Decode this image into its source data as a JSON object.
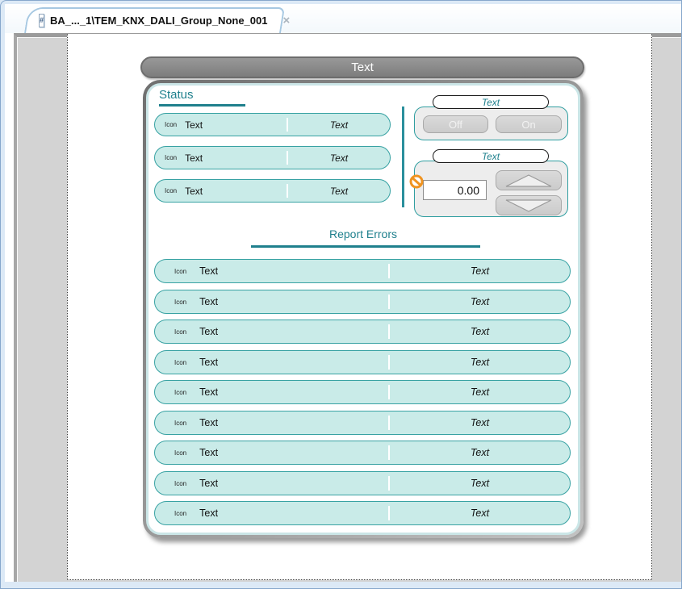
{
  "tab": {
    "title": "BA_..._1\\TEM_KNX_DALI_Group_None_001",
    "icon": "#",
    "close": "×"
  },
  "header": {
    "title": "Text"
  },
  "status": {
    "heading": "Status",
    "rows": [
      {
        "icon": "Icon",
        "label": "Text",
        "value": "Text"
      },
      {
        "icon": "Icon",
        "label": "Text",
        "value": "Text"
      },
      {
        "icon": "Icon",
        "label": "Text",
        "value": "Text"
      }
    ]
  },
  "controls": {
    "switch": {
      "caption": "Text",
      "off_label": "Off",
      "on_label": "On"
    },
    "spinner": {
      "caption": "Text",
      "value": "0.00"
    }
  },
  "report": {
    "heading": "Report Errors",
    "rows": [
      {
        "icon": "Icon",
        "label": "Text",
        "value": "Text"
      },
      {
        "icon": "Icon",
        "label": "Text",
        "value": "Text"
      },
      {
        "icon": "Icon",
        "label": "Text",
        "value": "Text"
      },
      {
        "icon": "Icon",
        "label": "Text",
        "value": "Text"
      },
      {
        "icon": "Icon",
        "label": "Text",
        "value": "Text"
      },
      {
        "icon": "Icon",
        "label": "Text",
        "value": "Text"
      },
      {
        "icon": "Icon",
        "label": "Text",
        "value": "Text"
      },
      {
        "icon": "Icon",
        "label": "Text",
        "value": "Text"
      },
      {
        "icon": "Icon",
        "label": "Text",
        "value": "Text"
      }
    ]
  },
  "colors": {
    "accent_teal": "#1f808d",
    "row_fill": "#c9ebe8",
    "row_border": "#38a2a3",
    "header_gray": "#878787",
    "blocked_orange": "#ef9320"
  }
}
